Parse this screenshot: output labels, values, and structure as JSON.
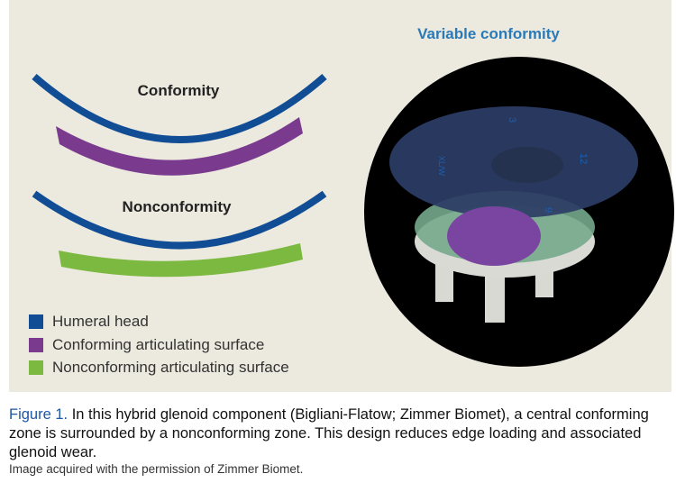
{
  "figure": {
    "variable_title": "Variable conformity",
    "conformity_label": "Conformity",
    "nonconformity_label": "Nonconformity",
    "dial_marks": [
      "3",
      "12",
      "9",
      "XL/W"
    ],
    "colors": {
      "humeral": "#114d94",
      "conforming": "#7a3b8f",
      "nonconforming": "#7cb940",
      "title": "#2a7ab8"
    },
    "legend": [
      {
        "label": "Humeral head",
        "color": "#114d94"
      },
      {
        "label": "Conforming articulating surface",
        "color": "#7a3b8f"
      },
      {
        "label": "Nonconforming articulating surface",
        "color": "#7cb940"
      }
    ]
  },
  "caption": {
    "label": "Figure 1.",
    "text": " In this hybrid glenoid component (Bigliani-Flatow; Zimmer Biomet), a central conforming zone is surrounded by a nonconforming zone. This design reduces edge loading and associated glenoid wear.",
    "credit": "Image acquired with the permission of Zimmer Biomet."
  }
}
